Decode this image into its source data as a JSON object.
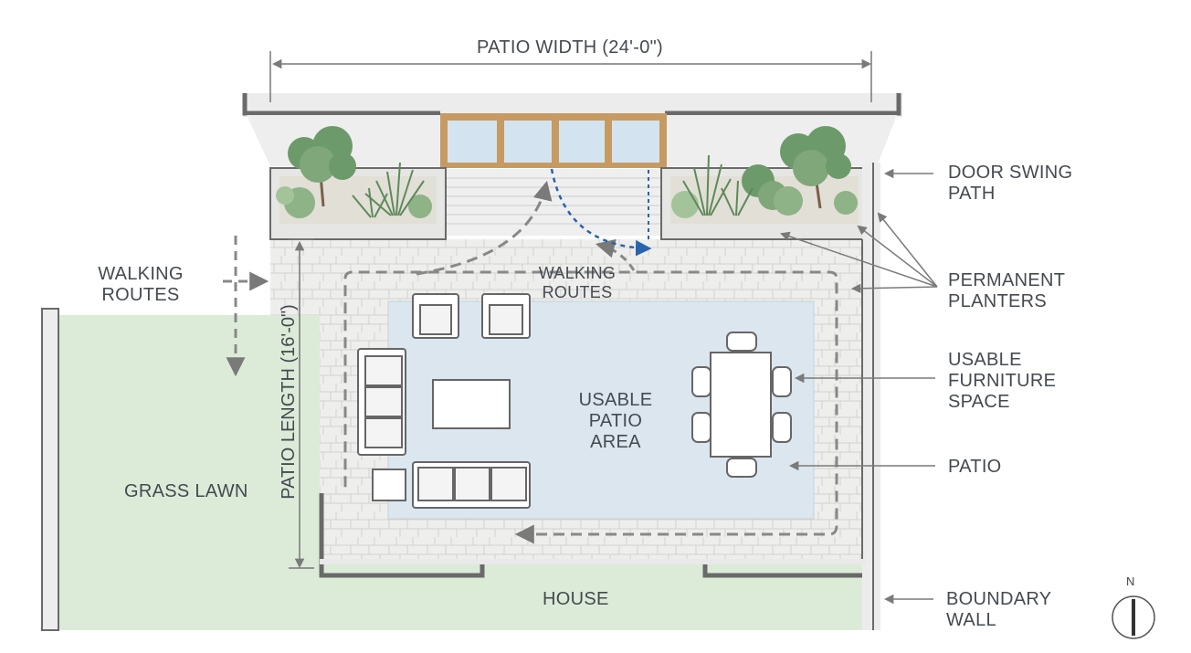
{
  "labels": {
    "patio_width": "PATIO WIDTH (24'-0\")",
    "patio_length": "PATIO LENGTH (16'-0\")",
    "walking_routes_left": [
      "WALKING",
      "ROUTES"
    ],
    "walking_routes_center": [
      "WALKING",
      "ROUTES"
    ],
    "door_swing_path": [
      "DOOR SWING",
      "PATH"
    ],
    "permanent_planters": [
      "PERMANENT",
      "PLANTERS"
    ],
    "usable_furniture_space": [
      "USABLE",
      "FURNITURE",
      "SPACE"
    ],
    "usable_patio_area": [
      "USABLE",
      "PATIO",
      "AREA"
    ],
    "patio": "PATIO",
    "grass_lawn": "GRASS LAWN",
    "house": "HOUSE",
    "boundary_wall": [
      "BOUNDARY",
      "WALL"
    ],
    "north": "N"
  },
  "colors": {
    "label_text": "#444a50",
    "grass": "#dcebd8",
    "paving": "#eeeeec",
    "usable_area": "#dbe6ef",
    "wall": "#6a6a6a",
    "door_frame": "#c79a62",
    "glass": "#d3e4f0",
    "route_dash": "#888888",
    "swing_arrow": "#2a63ad",
    "plant_dark": "#6d9a6a",
    "plant_light": "#a3c49a"
  }
}
